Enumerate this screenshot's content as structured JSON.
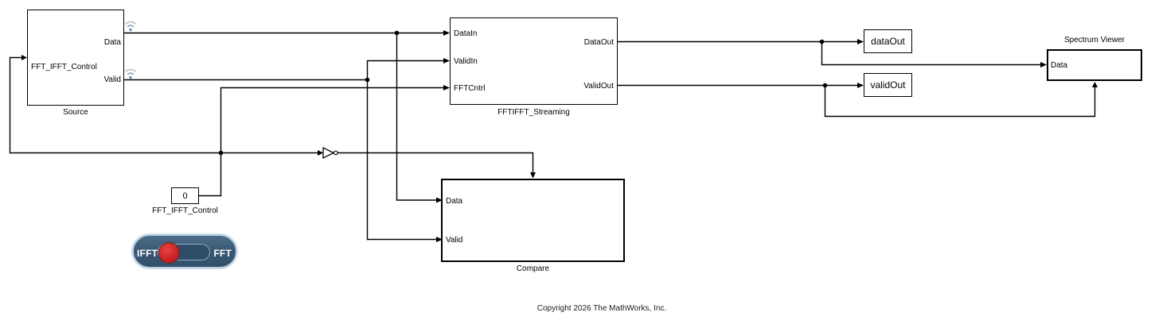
{
  "diagram_type": "simulink-block-diagram",
  "blocks": {
    "source": {
      "caption": "Source",
      "input_port": "FFT_IFFT_Control",
      "output_ports": [
        "Data",
        "Valid"
      ]
    },
    "fftifft_streaming": {
      "caption": "FFTIFFT_Streaming",
      "input_ports": [
        "DataIn",
        "ValidIn",
        "FFTCntrl"
      ],
      "output_ports": [
        "DataOut",
        "ValidOut"
      ]
    },
    "compare": {
      "caption": "Compare",
      "input_ports": [
        "Data",
        "Valid"
      ]
    },
    "data_out": {
      "label": "dataOut"
    },
    "valid_out": {
      "label": "validOut"
    },
    "spectrum_viewer": {
      "caption": "Spectrum Viewer",
      "input_port": "Data"
    },
    "constant": {
      "value": "0",
      "caption": "FFT_IFFT_Control"
    },
    "rocker_switch": {
      "left_label": "IFFT",
      "right_label": "FFT",
      "selected": "IFFT"
    }
  },
  "icons": {
    "signal_logging": "wifi-arcs",
    "trigger_port": "pulse",
    "not_gate": "triangle-with-bubble"
  },
  "colors": {
    "wire": "#000000",
    "block_fill": "#ffffff",
    "block_border": "#000000",
    "switch_body": "#3c5a74",
    "switch_border": "#b5cde0",
    "switch_track": "#2f4d68",
    "switch_knob": "#c62828",
    "switch_text": "#ffffff",
    "logging_badge": "#7ba3cc"
  },
  "footer": {
    "copyright": "Copyright 2026 The MathWorks, Inc."
  }
}
